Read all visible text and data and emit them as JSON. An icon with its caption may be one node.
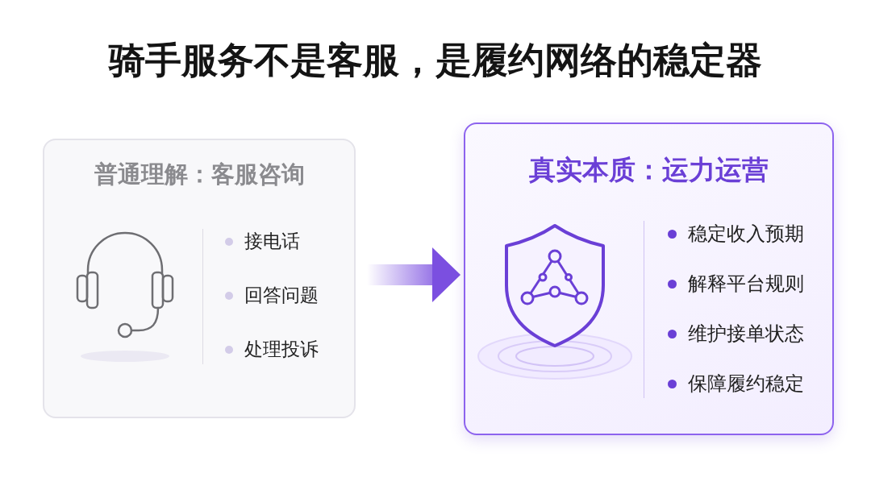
{
  "diagram": {
    "title": "骑手服务不是客服，是履约网络的稳定器",
    "nodes": [
      {
        "text": [
          "普通理解：客服咨询",
          "接电话",
          "回答问题",
          "处理投诉"
        ]
      },
      {
        "text": [
          "真实本质：运力运营",
          "稳定收入预期",
          "解释平台规则",
          "维护接单状态",
          "保障履约稳定"
        ]
      }
    ],
    "edges": [
      {
        "from": 0,
        "to": 1,
        "arrow": "to"
      }
    ]
  }
}
